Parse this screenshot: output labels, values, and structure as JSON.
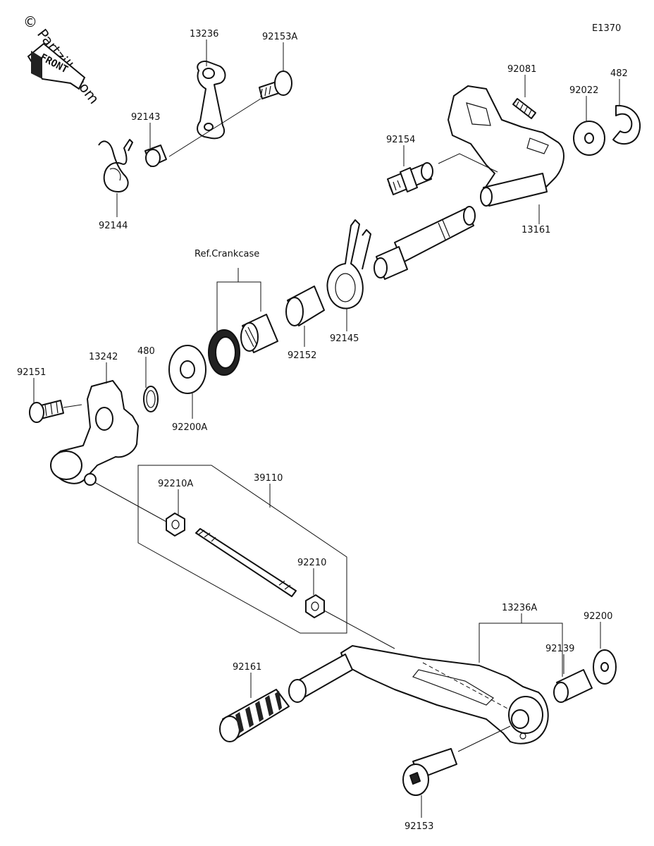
{
  "diagram_code": "E1370",
  "watermark": {
    "symbol": "©",
    "text": "Partzilla.com",
    "arrow_label": "FRONT"
  },
  "reference_label": "Ref.Crankcase",
  "parts": [
    {
      "id": "13236",
      "label": "13236"
    },
    {
      "id": "92153A",
      "label": "92153A"
    },
    {
      "id": "92143",
      "label": "92143"
    },
    {
      "id": "92144",
      "label": "92144"
    },
    {
      "id": "92081",
      "label": "92081"
    },
    {
      "id": "482",
      "label": "482"
    },
    {
      "id": "92022",
      "label": "92022"
    },
    {
      "id": "92154",
      "label": "92154"
    },
    {
      "id": "13161",
      "label": "13161"
    },
    {
      "id": "92152",
      "label": "92152"
    },
    {
      "id": "92145",
      "label": "92145"
    },
    {
      "id": "13242",
      "label": "13242"
    },
    {
      "id": "480",
      "label": "480"
    },
    {
      "id": "92151",
      "label": "92151"
    },
    {
      "id": "92200A",
      "label": "92200A"
    },
    {
      "id": "92210A",
      "label": "92210A"
    },
    {
      "id": "39110",
      "label": "39110"
    },
    {
      "id": "92210",
      "label": "92210"
    },
    {
      "id": "13236A",
      "label": "13236A"
    },
    {
      "id": "92200",
      "label": "92200"
    },
    {
      "id": "92139",
      "label": "92139"
    },
    {
      "id": "92161",
      "label": "92161"
    },
    {
      "id": "92153",
      "label": "92153"
    }
  ]
}
